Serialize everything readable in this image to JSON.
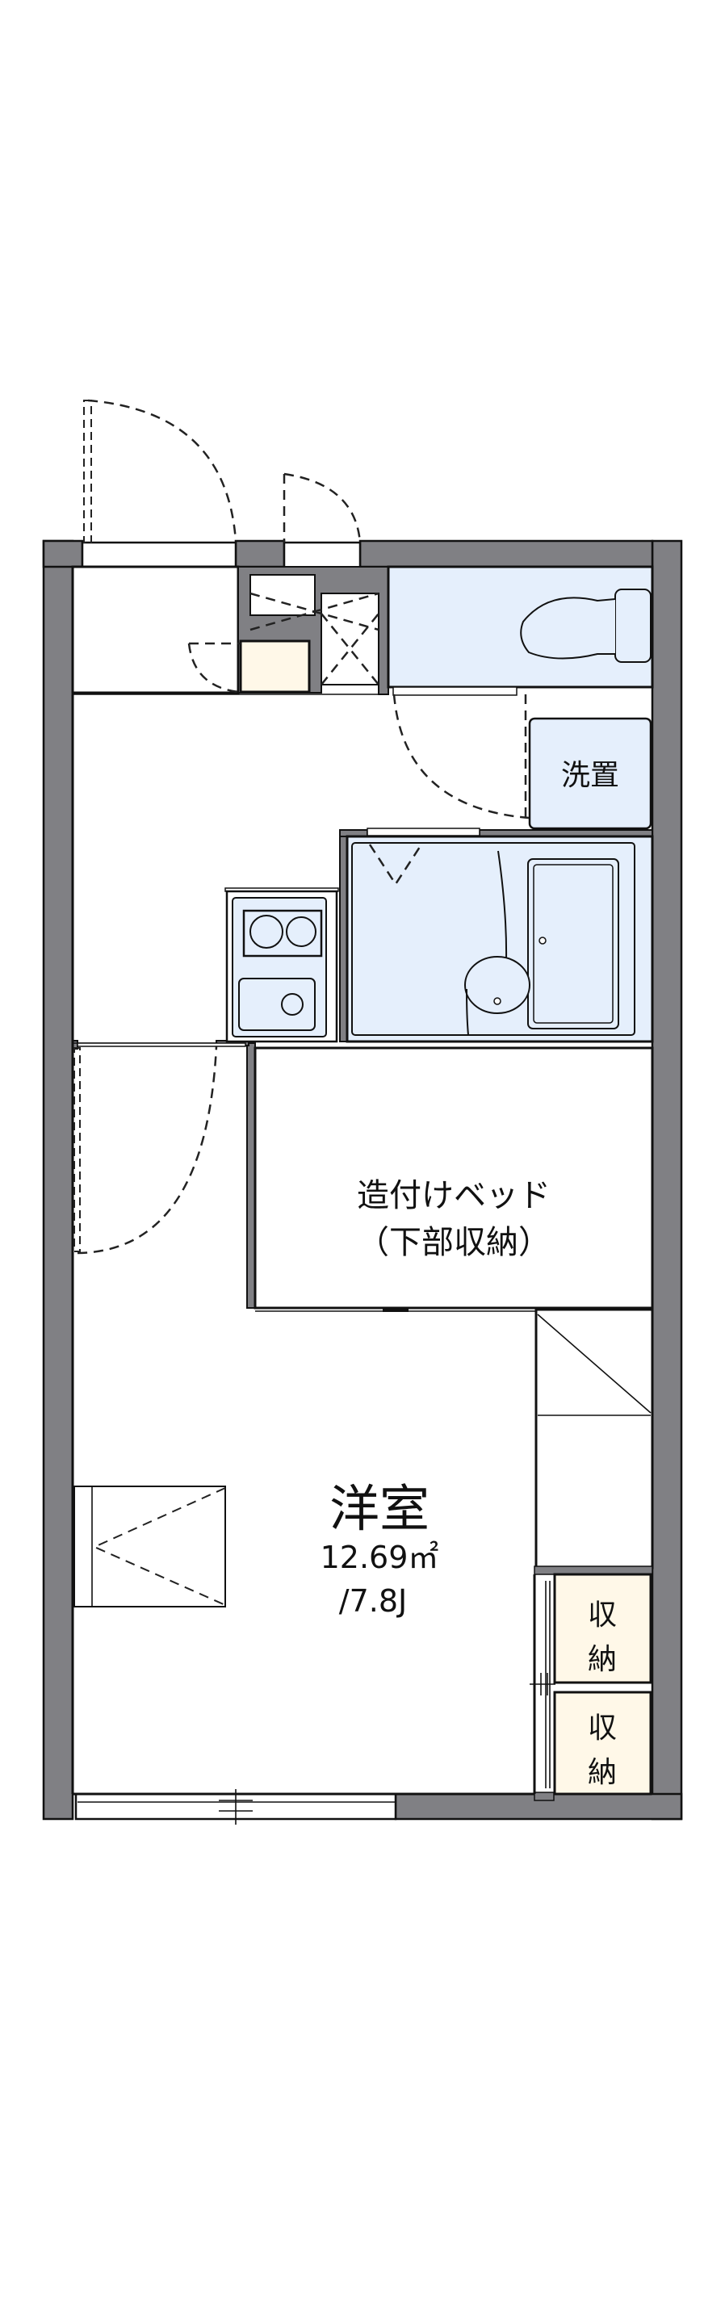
{
  "floorplan": {
    "rooms": {
      "western_room": {
        "name": "洋室",
        "area": "12.69㎡",
        "jo": "/7.8J"
      },
      "built_in_bed": {
        "line1": "造付けベッド",
        "line2": "（下部収納）"
      },
      "washer_space": "洗置",
      "storage_1": {
        "line1": "収",
        "line2": "納"
      },
      "storage_2": {
        "line1": "収",
        "line2": "納"
      }
    },
    "colors": {
      "wall": "#808084",
      "wet_area": "#e5effc",
      "storage": "#fff8e8",
      "line": "#111111"
    }
  }
}
